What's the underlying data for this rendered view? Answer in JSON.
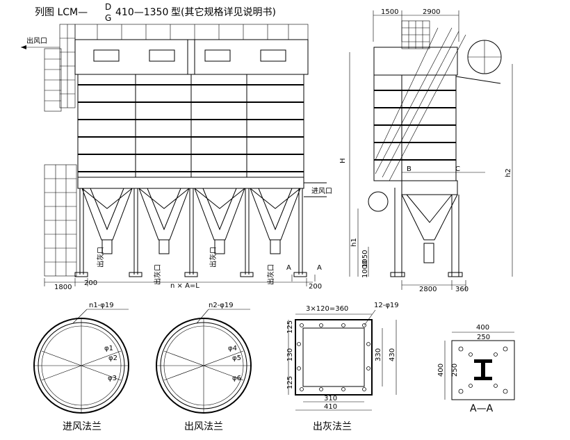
{
  "title": {
    "prefix": "列图 LCM—",
    "super": "D",
    "sub": "G",
    "model": "410—1350",
    "suffix": "型(其它规格详见说明书)"
  },
  "front": {
    "outlet_label": "出风口",
    "inlet_label": "进风口",
    "dust_outlet_label": "出灰口",
    "dim_left": "1800",
    "dim_200_left": "200",
    "dim_total": "n × A=L",
    "dim_200_right": "200",
    "section_mark": "A"
  },
  "side": {
    "dim_top_left": "1500",
    "dim_top_right": "2900",
    "label_H": "H",
    "label_h1": "h1",
    "label_h2": "h2",
    "label_B": "B",
    "label_C": "C",
    "dim_1050": "1050",
    "dim_1000": "1000",
    "dim_2800": "2800",
    "dim_360": "360"
  },
  "flange_inlet": {
    "caption": "进风法兰",
    "holes": "n1-φ19",
    "d1": "φ1",
    "d2": "φ2",
    "d3": "φ3"
  },
  "flange_outlet": {
    "caption": "出风法兰",
    "holes": "n2-φ19",
    "d4": "φ4",
    "d5": "φ5",
    "d6": "φ6"
  },
  "flange_ash": {
    "caption": "出灰法兰",
    "pitch": "3×120=360",
    "holes": "12-φ19",
    "v125a": "125",
    "v130": "130",
    "v125b": "125",
    "in330": "330",
    "out430": "430",
    "in310": "310",
    "out410": "410"
  },
  "section": {
    "caption": "A—A",
    "w400": "400",
    "w250": "250",
    "h400": "400",
    "h250": "250"
  }
}
